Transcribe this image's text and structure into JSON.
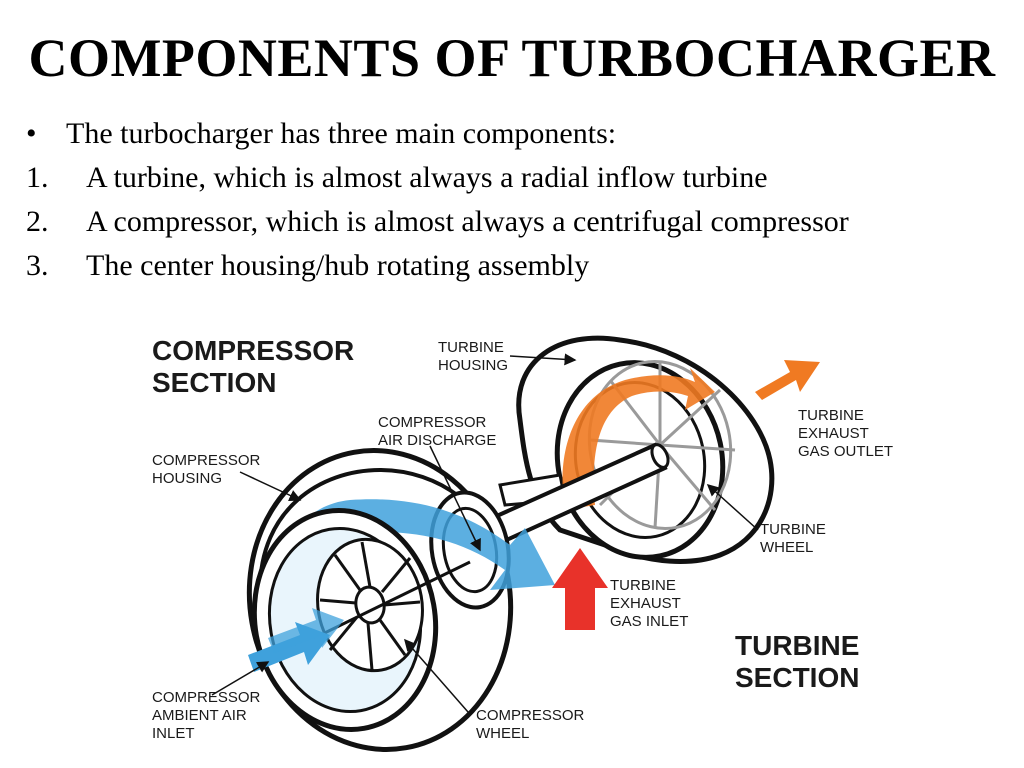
{
  "slide": {
    "title": "COMPONENTS OF TURBOCHARGER",
    "intro": {
      "marker": "•",
      "text": "The turbocharger has three main components:"
    },
    "items": [
      {
        "marker": "1.",
        "text": "A turbine, which is almost always a radial inflow turbine"
      },
      {
        "marker": "2.",
        "text": "A compressor, which is almost always a centrifugal compressor"
      },
      {
        "marker": "3.",
        "text": "The center housing/hub rotating assembly"
      }
    ]
  },
  "diagram": {
    "labels": {
      "compressor_section": [
        "COMPRESSOR",
        "SECTION"
      ],
      "turbine_section": [
        "TURBINE",
        "SECTION"
      ],
      "turbine_housing": [
        "TURBINE",
        "HOUSING"
      ],
      "compressor_air_discharge": [
        "COMPRESSOR",
        "AIR DISCHARGE"
      ],
      "compressor_housing": [
        "COMPRESSOR",
        "HOUSING"
      ],
      "turbine_exhaust_gas_outlet": [
        "TURBINE",
        "EXHAUST",
        "GAS OUTLET"
      ],
      "turbine_wheel": [
        "TURBINE",
        "WHEEL"
      ],
      "turbine_exhaust_gas_inlet": [
        "TURBINE",
        "EXHAUST",
        "GAS INLET"
      ],
      "compressor_ambient_air_inlet": [
        "COMPRESSOR",
        "AMBIENT AIR",
        "INLET"
      ],
      "compressor_wheel": [
        "COMPRESSOR",
        "WHEEL"
      ]
    },
    "colors": {
      "air_flow": "#3fa1dc",
      "air_flow_light": "#8fd0f2",
      "exhaust_flow": "#f07a22",
      "exhaust_inlet": "#e8322a",
      "outline": "#111111"
    }
  }
}
